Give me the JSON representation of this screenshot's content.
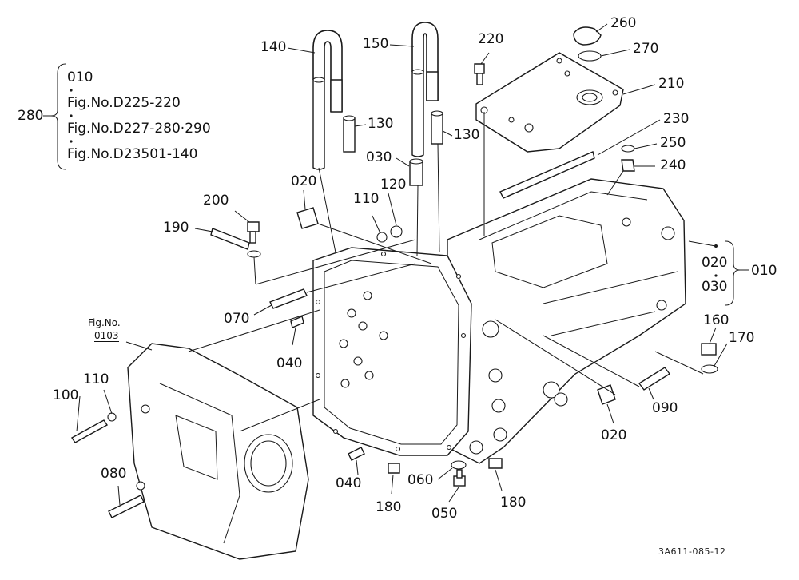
{
  "ref_group": {
    "number": "280",
    "refs": [
      "010",
      "Fig.No.D225-220",
      "Fig.No.D227-280·290",
      "Fig.No.D23501-140"
    ]
  },
  "right_group": {
    "number": "010",
    "refs": [
      "020",
      "030"
    ]
  },
  "fig_ref": {
    "line1": "Fig.No.",
    "line2": "0103"
  },
  "callouts": {
    "c140": "140",
    "c150": "150",
    "c220": "220",
    "c260": "260",
    "c270": "270",
    "c210": "210",
    "c130a": "130",
    "c030": "030",
    "c130b": "130",
    "c230": "230",
    "c250": "250",
    "c240": "240",
    "c020a": "020",
    "c120": "120",
    "c110a": "110",
    "c200": "200",
    "c190": "190",
    "c070": "070",
    "c040a": "040",
    "c160": "160",
    "c170": "170",
    "c110b": "110",
    "c100": "100",
    "c090": "090",
    "c020b": "020",
    "c080": "080",
    "c040b": "040",
    "c060": "060",
    "c050": "050",
    "c180a": "180",
    "c180b": "180"
  },
  "code": "3A611-085-12"
}
